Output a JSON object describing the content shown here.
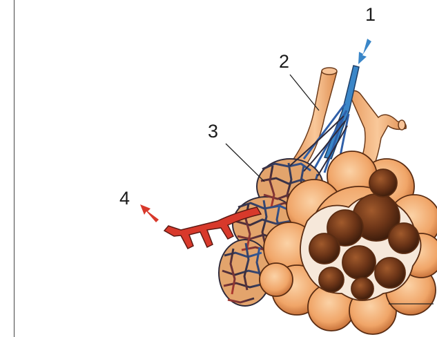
{
  "labels": {
    "l1": "1",
    "l2": "2",
    "l3": "3",
    "l4": "4"
  },
  "colors": {
    "deoxygenated_inflow": "#3a86c8",
    "oxygenated_outflow": "#d8392b",
    "airway_tan": "#f0b07c",
    "alveolus_outer": "#f2a86a",
    "alveolus_inner": "#6a3a1e",
    "capillary_net": "#2f2a3a"
  },
  "icons": [
    "inflow-arrow-icon",
    "outflow-arrow-icon"
  ]
}
